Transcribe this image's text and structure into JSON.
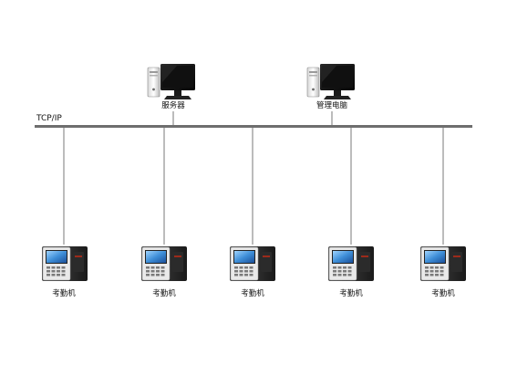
{
  "network": {
    "label": "TCP/IP",
    "colors": {
      "bus": "#6e6e6e",
      "drop": "#7a7a7a"
    }
  },
  "computers": [
    {
      "label": "服务器",
      "icon": "desktop-computer-icon"
    },
    {
      "label": "管理电脑",
      "icon": "desktop-computer-icon"
    }
  ],
  "terminals": [
    {
      "label": "考勤机",
      "icon": "time-attendance-terminal-icon"
    },
    {
      "label": "考勤机",
      "icon": "time-attendance-terminal-icon"
    },
    {
      "label": "考勤机",
      "icon": "time-attendance-terminal-icon"
    },
    {
      "label": "考勤机",
      "icon": "time-attendance-terminal-icon"
    },
    {
      "label": "考勤机",
      "icon": "time-attendance-terminal-icon"
    }
  ]
}
